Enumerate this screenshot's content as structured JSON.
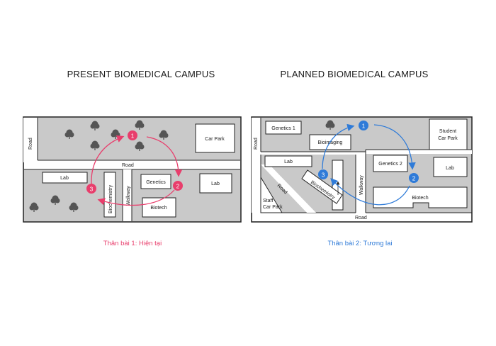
{
  "titles": {
    "present": "PRESENT BIOMEDICAL CAMPUS",
    "planned": "PLANNED BIOMEDICAL CAMPUS"
  },
  "captions": {
    "present": "Thân bài 1: Hiện tại",
    "planned": "Thân bài 2: Tương lai"
  },
  "present_map": {
    "road_vertical": "Road",
    "road_horizontal": "Road",
    "car_park": "Car Park",
    "lab_left": "Lab",
    "biochemistry": "Biochemistry",
    "walkway": "Walkway",
    "genetics": "Genetics",
    "lab_right": "Lab",
    "biotech": "Biotech",
    "markers": [
      "1",
      "2",
      "3"
    ]
  },
  "planned_map": {
    "road_vertical": "Road",
    "road_bottom": "Road",
    "road_diagonal": "Road",
    "genetics_1": "Genetics 1",
    "bioimaging": "Bioimaging",
    "student_car_park_line1": "Student",
    "student_car_park_line2": "Car Park",
    "lab_left": "Lab",
    "biochemistry": "Biochemistry",
    "walkway": "Walkway",
    "genetics_2": "Genetics 2",
    "lab_right": "Lab",
    "staff_car_park_line1": "Staff",
    "staff_car_park_line2": "Car Park",
    "biotech": "Biotech",
    "markers": [
      "1",
      "2",
      "3"
    ]
  },
  "colors": {
    "present_accent": "#e83e6c",
    "planned_accent": "#2f7bd8",
    "ground": "#c9c9c9",
    "road": "#ffffff",
    "outline": "#222222",
    "tree": "#555555"
  }
}
